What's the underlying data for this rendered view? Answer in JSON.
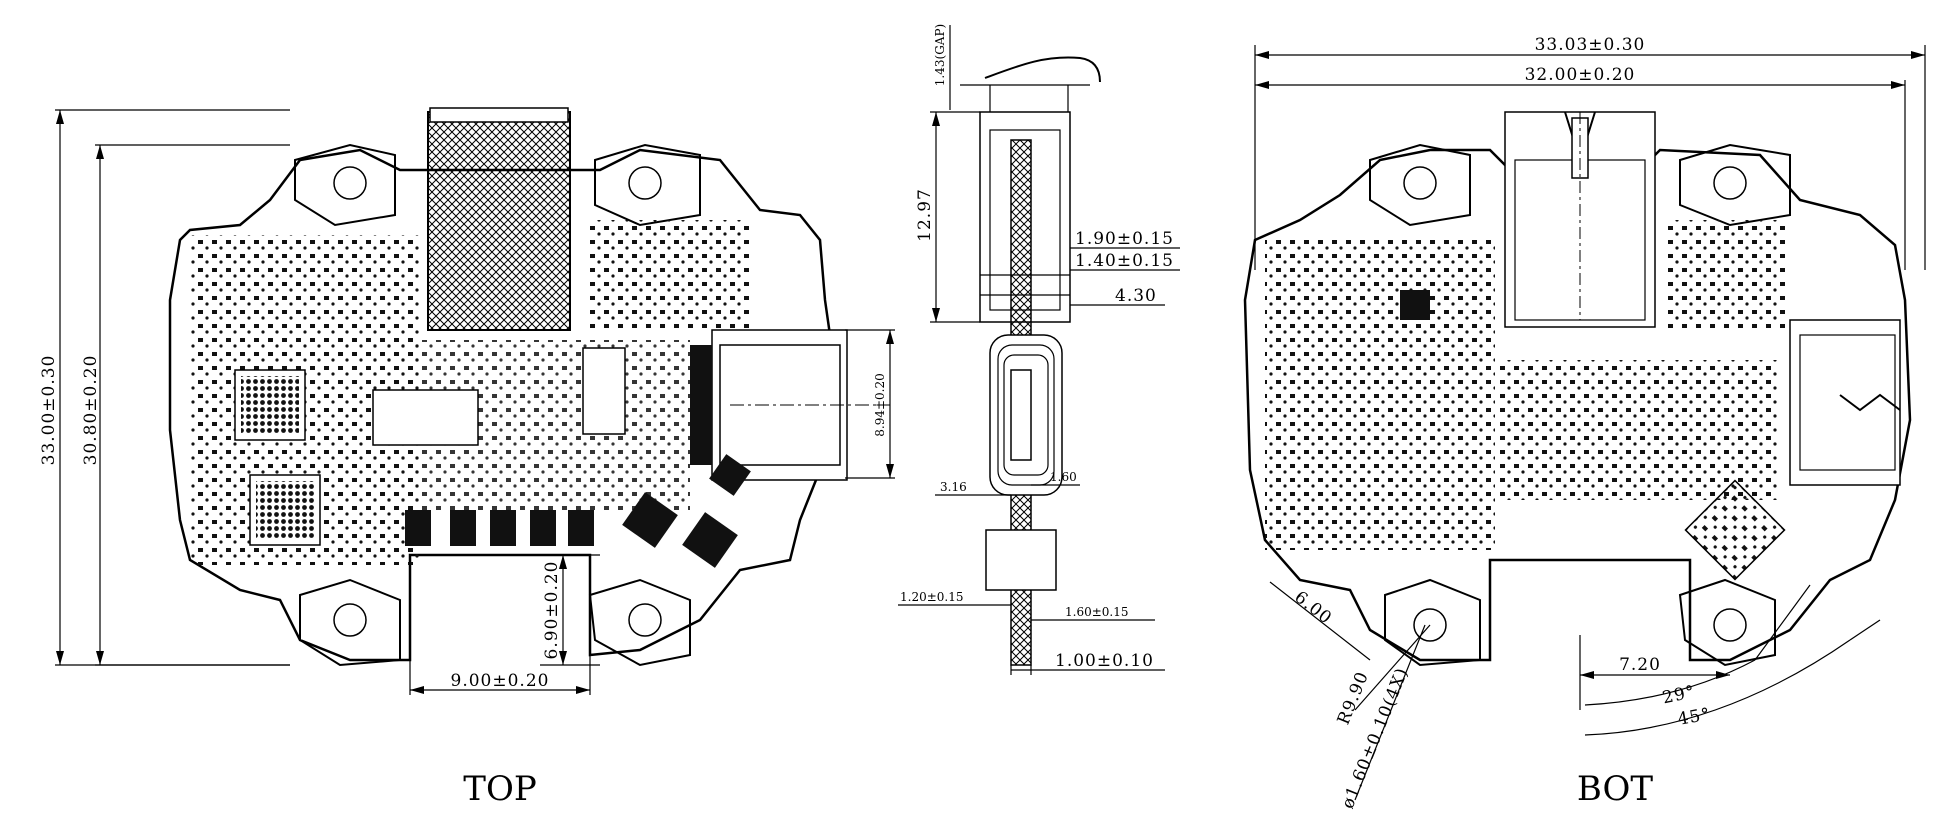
{
  "views": {
    "top": {
      "caption": "TOP",
      "dims": {
        "overall_height": "33.00±0.30",
        "inner_height": "30.80±0.20",
        "connector_width": "8.94±0.20",
        "notch_height": "6.90±0.20",
        "notch_width": "9.00±0.20"
      }
    },
    "side": {
      "dims": {
        "gap": "1.43(GAP)",
        "height": "12.97",
        "d1": "1.90±0.15",
        "d2": "1.40±0.15",
        "d3": "4.30",
        "d4": "3.16",
        "d5": "1.60",
        "d6": "1.20±0.15",
        "d7": "1.60±0.15",
        "d8": "1.00±0.10"
      }
    },
    "bottom": {
      "caption": "BOT",
      "dims": {
        "overall_width": "33.03±0.30",
        "inner_width": "32.00±0.20",
        "edge": "6.00",
        "radius": "R9.90",
        "hole": "ø1.60±0.10(4X)",
        "offset": "7.20",
        "angle1": "29°",
        "angle2": "45°"
      }
    }
  }
}
